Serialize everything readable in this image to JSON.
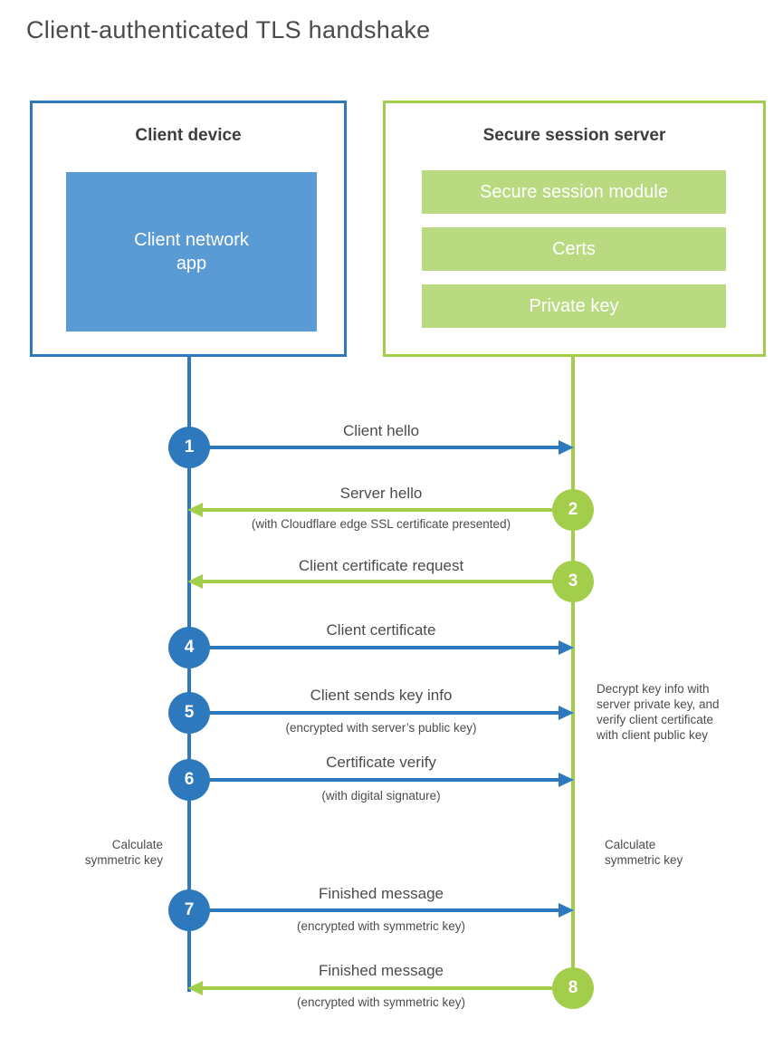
{
  "page": {
    "title": "Client-authenticated TLS handshake"
  },
  "colors": {
    "blue": "#2e78be",
    "blue_fill": "#5b9bd5",
    "green": "#a3ce4c",
    "green_fill": "#b9da80"
  },
  "client_box": {
    "title": "Client device",
    "app_label": "Client network\napp"
  },
  "server_box": {
    "title": "Secure session server",
    "modules": [
      "Secure session module",
      "Certs",
      "Private key"
    ]
  },
  "messages": [
    {
      "num": "1",
      "label": "Client hello",
      "from": "client",
      "to": "server"
    },
    {
      "num": "2",
      "label": "Server hello",
      "note": "(with Cloudflare edge SSL certificate presented)",
      "from": "server",
      "to": "client"
    },
    {
      "num": "3",
      "label": "Client certificate request",
      "from": "server",
      "to": "client"
    },
    {
      "num": "4",
      "label": "Client certificate",
      "from": "client",
      "to": "server"
    },
    {
      "num": "5",
      "label": "Client sends key info",
      "note": "(encrypted with server’s public key)",
      "from": "client",
      "to": "server"
    },
    {
      "num": "6",
      "label": "Certificate verify",
      "note": "(with digital signature)",
      "from": "client",
      "to": "server"
    },
    {
      "num": "7",
      "label": "Finished message",
      "note": "(encrypted with symmetric key)",
      "from": "client",
      "to": "server"
    },
    {
      "num": "8",
      "label": "Finished message",
      "note": "(encrypted with symmetric key)",
      "from": "server",
      "to": "client"
    }
  ],
  "annotations": {
    "client_calc": "Calculate\nsymmetric key",
    "server_calc": "Calculate\nsymmetric key",
    "server_decrypt": "Decrypt key info with\nserver private key, and\nverify client certificate\nwith client public key"
  }
}
